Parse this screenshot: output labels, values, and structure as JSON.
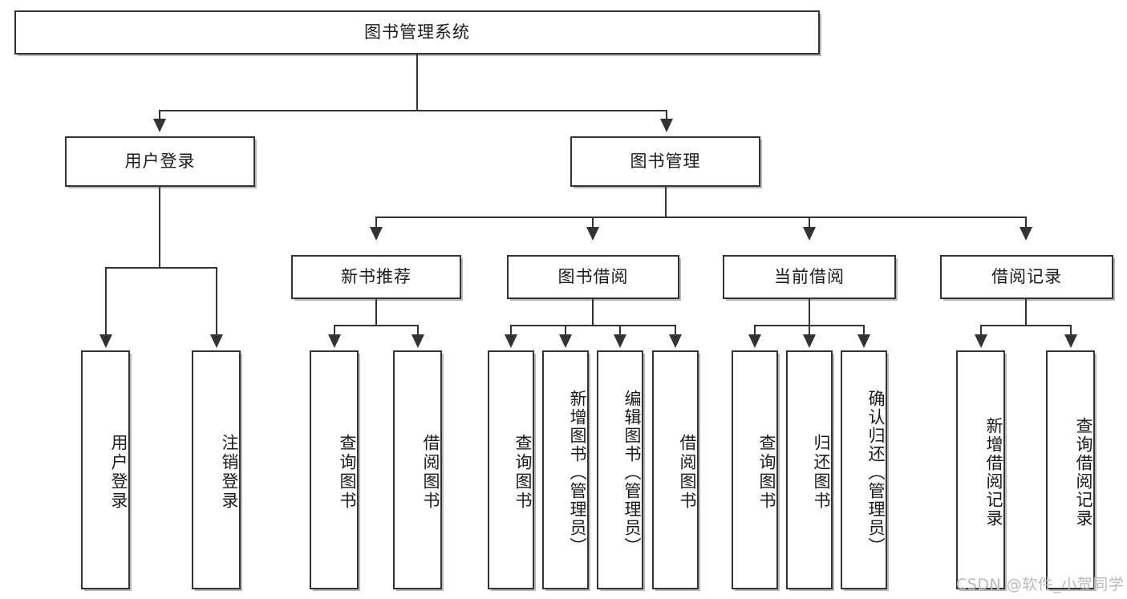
{
  "diagram": {
    "type": "tree",
    "title": "图书管理系统",
    "root": {
      "label": "图书管理系统",
      "orientation": "horizontal"
    },
    "level2": [
      {
        "label": "用户登录",
        "orientation": "horizontal"
      },
      {
        "label": "图书管理",
        "orientation": "horizontal"
      }
    ],
    "level3": [
      {
        "label": "新书推荐",
        "orientation": "horizontal"
      },
      {
        "label": "图书借阅",
        "orientation": "horizontal"
      },
      {
        "label": "当前借阅",
        "orientation": "horizontal"
      },
      {
        "label": "借阅记录",
        "orientation": "horizontal"
      }
    ],
    "leaves_user_login": [
      {
        "label": "用户登录",
        "orientation": "vertical"
      },
      {
        "label": "注销登录",
        "orientation": "vertical"
      }
    ],
    "leaves_new_book": [
      {
        "label": "查询图书",
        "orientation": "vertical"
      },
      {
        "label": "借阅图书",
        "orientation": "vertical"
      }
    ],
    "leaves_book_borrow": [
      {
        "label": "查询图书",
        "orientation": "vertical"
      },
      {
        "label": "新增图书（管理员）",
        "orientation": "vertical"
      },
      {
        "label": "编辑图书（管理员）",
        "orientation": "vertical"
      },
      {
        "label": "借阅图书",
        "orientation": "vertical"
      }
    ],
    "leaves_current_borrow": [
      {
        "label": "查询图书",
        "orientation": "vertical"
      },
      {
        "label": "归还图书",
        "orientation": "vertical"
      },
      {
        "label": "确认归还（管理员）",
        "orientation": "vertical"
      }
    ],
    "leaves_borrow_record": [
      {
        "label": "新增借阅记录",
        "orientation": "vertical"
      },
      {
        "label": "查询借阅记录",
        "orientation": "vertical"
      }
    ]
  },
  "watermark": {
    "text": "CSDN @软件_小贺同学"
  },
  "colors": {
    "border": "#333333",
    "background": "#ffffff",
    "text": "#1a1a1a",
    "shadow": "#aaaaaa",
    "watermark": "#b9b9b9"
  }
}
